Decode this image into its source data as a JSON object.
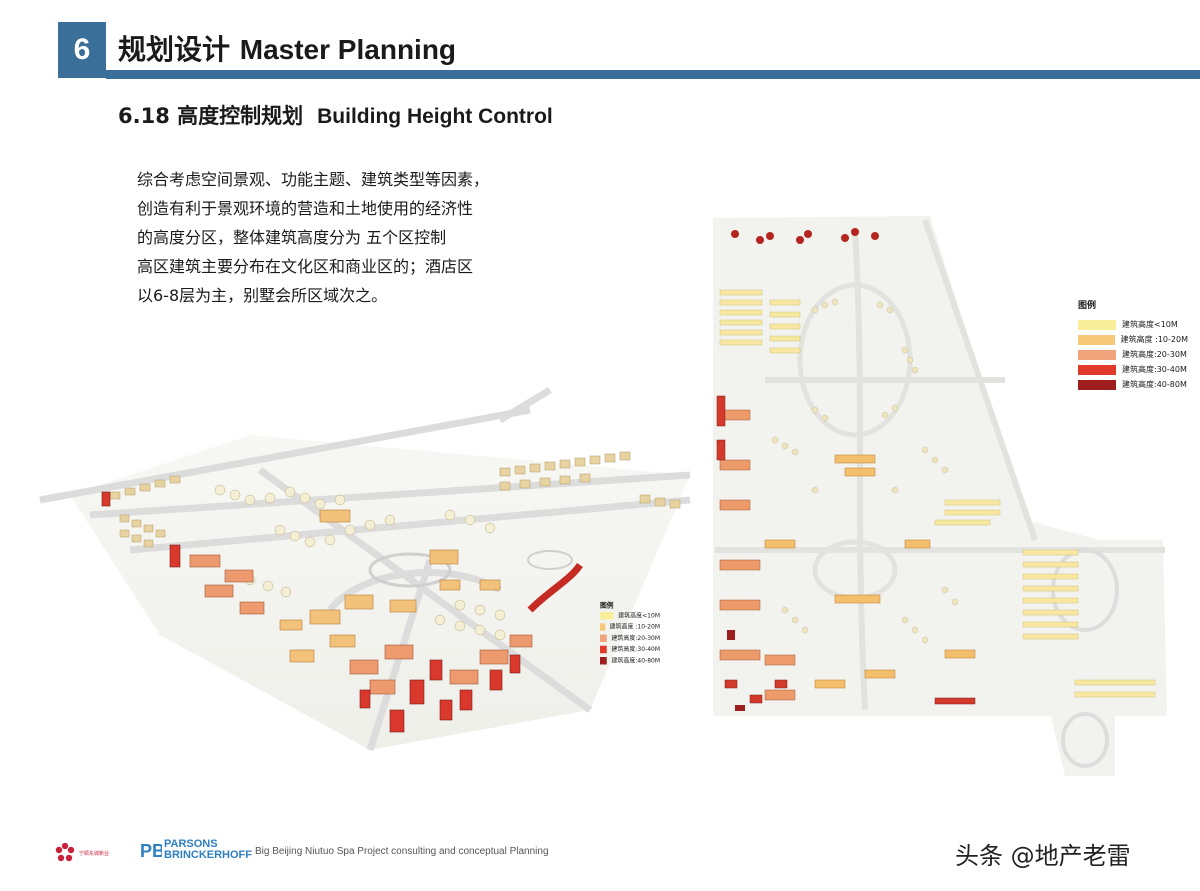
{
  "header": {
    "section_number": "6",
    "title_cn": "规划设计",
    "title_en": "Master Planning"
  },
  "subtitle": {
    "cn": "6.18 高度控制规划",
    "en": "Building Height  Control"
  },
  "body_lines": [
    "综合考虑空间景观、功能主题、建筑类型等因素，",
    "创造有利于景观环境的营造和土地使用的经济性",
    "的高度分区，整体建筑高度分为 五个区控制",
    "高区建筑主要分布在文化区和商业区的；酒店区",
    "以6-8层为主，别墅会所区域次之。"
  ],
  "legend": {
    "title": "图例",
    "items": [
      {
        "label": "建筑高度<10M",
        "color": "#f9ee9a"
      },
      {
        "label": "建筑高度 :10-20M",
        "color": "#f6c97a"
      },
      {
        "label": "建筑高度:20-30M",
        "color": "#f0a47c"
      },
      {
        "label": "建筑高度:30-40M",
        "color": "#e03a2c"
      },
      {
        "label": "建筑高度:40-80M",
        "color": "#9e1d1d"
      }
    ]
  },
  "footer": {
    "logo_small_text": "宁颐东城新业",
    "pb_line1": "PARSONS",
    "pb_line2": "BRINCKERHOFF",
    "project_text": "Big Beijing Niutuo Spa Project consulting and conceptual Planning",
    "watermark": "头条 @地产老雷"
  },
  "colors": {
    "accent": "#3a6f9a",
    "road": "#e9e9e9",
    "ground": "#f4f4f0"
  }
}
